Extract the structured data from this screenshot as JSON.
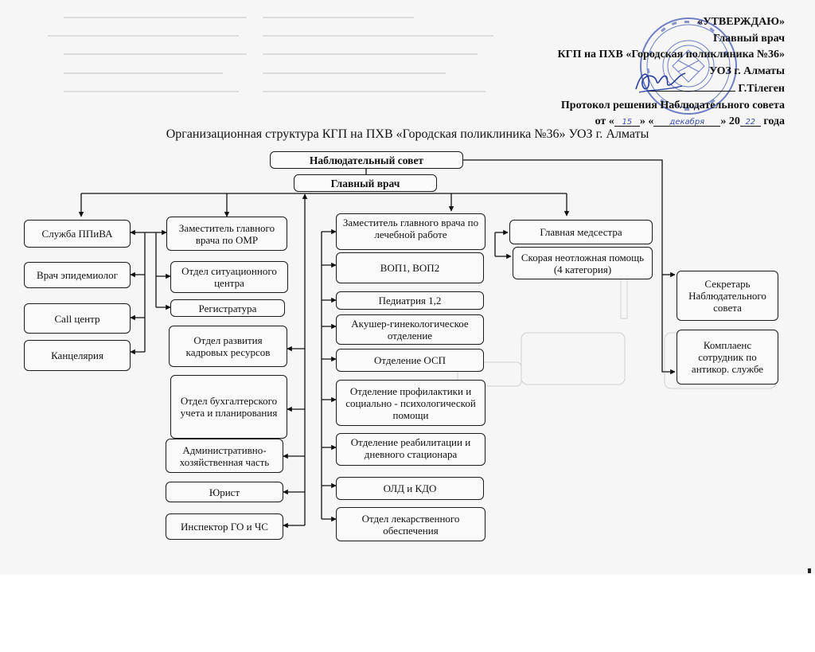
{
  "approval": {
    "line1": "«УТВЕРЖДАЮ»",
    "line2": "Главный врач",
    "line3": "КГП на ПХВ «Городская поликлиника №36»",
    "line4": "УОЗ г. Алматы",
    "signatory": "Г.Тілеген",
    "line6": "Протокол решения Наблюдательного совета",
    "date_prefix": "от «",
    "date_day": "15",
    "date_mid": "» «",
    "date_month": "декабря",
    "date_year_prefix": "» 20",
    "date_year": "22",
    "date_suffix": " года"
  },
  "title": "Организационная структура КГП на ПХВ «Городская поликлиника №36» УОЗ г. Алматы",
  "boxes": {
    "supervisory_board": "Наблюдательный совет",
    "chief_doctor": "Главный врач",
    "sppiva": "Служба ППиВА",
    "epidemiologist": "Врач эпидемиолог",
    "call_center": "Call центр",
    "chancellery": "Канцелярия",
    "deputy_omr": "Заместитель главного врача по ОМР",
    "situation_center": "Отдел ситуационного центра",
    "registry": "Регистратура",
    "hr_development": "Отдел развития кадровых ресурсов",
    "accounting": "Отдел бухгалтерского учета и планирования",
    "admin_economic": "Административно-хозяйственная часть",
    "lawyer": "Юрист",
    "civil_defense": "Инспектор ГО и ЧС",
    "deputy_medical": "Заместитель главного врача по лечебной работе",
    "vop": "ВОП1, ВОП2",
    "pediatrics": "Педиатрия 1,2",
    "obgyn": "Акушер-гинекологическое отделение",
    "osp": "Отделение ОСП",
    "prevention": "Отделение профилактики и социально - психологической помощи",
    "rehab": "Отделение реабилитации и дневного стационара",
    "old_kdo": "ОЛД и КДО",
    "pharmacy": "Отдел лекарственного обеспечения",
    "head_nurse": "Главная медсестра",
    "ambulance": "Скорая неотложная помощь (4 категория)",
    "secretary": "Секретарь Наблюдательного совета",
    "compliance": "Комплаенс сотрудник по антикор. службе"
  },
  "colors": {
    "ink": "#111111",
    "stamp": "#6f7fc4",
    "signature": "#2a3f9c"
  }
}
